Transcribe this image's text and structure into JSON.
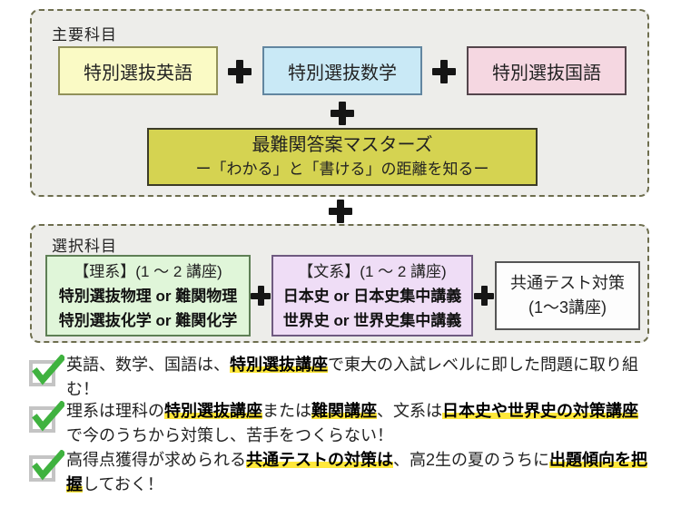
{
  "colors": {
    "panel_bg": "#ededea",
    "panel_dashed_border": "#6e6e4e",
    "plus": "#151515",
    "check_green": "#3fb23f",
    "checkbox_gray": "#c4c4c4",
    "highlight_yellow": "#ffe83a"
  },
  "icons": {
    "plus": "+",
    "check": "✓"
  },
  "main_section": {
    "label": "主要科目",
    "subject_boxes": [
      {
        "label": "特別選抜英語",
        "fill": "#fafac5",
        "border": "#91915a"
      },
      {
        "label": "特別選抜数学",
        "fill": "#c9e9f6",
        "border": "#6286a0"
      },
      {
        "label": "特別選抜国語",
        "fill": "#f5d7e1",
        "border": "#54454c"
      }
    ],
    "master_box": {
      "line1": "最難関答案マスターズ",
      "line2": "ー「わかる」と「書ける」の距離を知るー",
      "fill": "#d5d351",
      "border": "#3c3c28"
    }
  },
  "elective_section": {
    "label": "選択科目",
    "boxes": [
      {
        "line1": "【理系】(1 ～ 2 講座)",
        "line2": "特別選抜物理 or 難関物理",
        "line3": "特別選抜化学 or 難関化学",
        "fill": "#e0f6d9",
        "border": "#5e7f55"
      },
      {
        "line1": "【文系】(1 ～ 2 講座)",
        "line2": "日本史 or 日本史集中講義",
        "line3": "世界史 or 世界史集中講義",
        "fill": "#efddf6",
        "border": "#6f5a80"
      },
      {
        "line1": "共通テスト対策",
        "line2": "(1～3講座)",
        "fill": "#fdfdfd",
        "border": "#555555"
      }
    ]
  },
  "notes": {
    "items": [
      {
        "segments": [
          {
            "t": "英語、数学、国語は、"
          },
          {
            "t": "特別選抜講座",
            "h": true
          },
          {
            "t": "で東大の入試レベルに即した問題に取り組む！"
          }
        ]
      },
      {
        "segments": [
          {
            "t": "理系は理科の"
          },
          {
            "t": "特別選抜講座",
            "h": true
          },
          {
            "t": "または"
          },
          {
            "t": "難関講座",
            "h": true
          },
          {
            "t": "、文系は"
          },
          {
            "t": "日本史や世界史の対策講座",
            "h": true
          },
          {
            "t": "で今のうちから対策し、苦手をつくらない！"
          }
        ]
      },
      {
        "segments": [
          {
            "t": "高得点獲得が求められる"
          },
          {
            "t": "共通テストの対策は",
            "h": true
          },
          {
            "t": "、高2生の夏のうちに"
          },
          {
            "t": "出題傾向を把握",
            "h": true
          },
          {
            "t": "しておく！"
          }
        ]
      }
    ]
  }
}
